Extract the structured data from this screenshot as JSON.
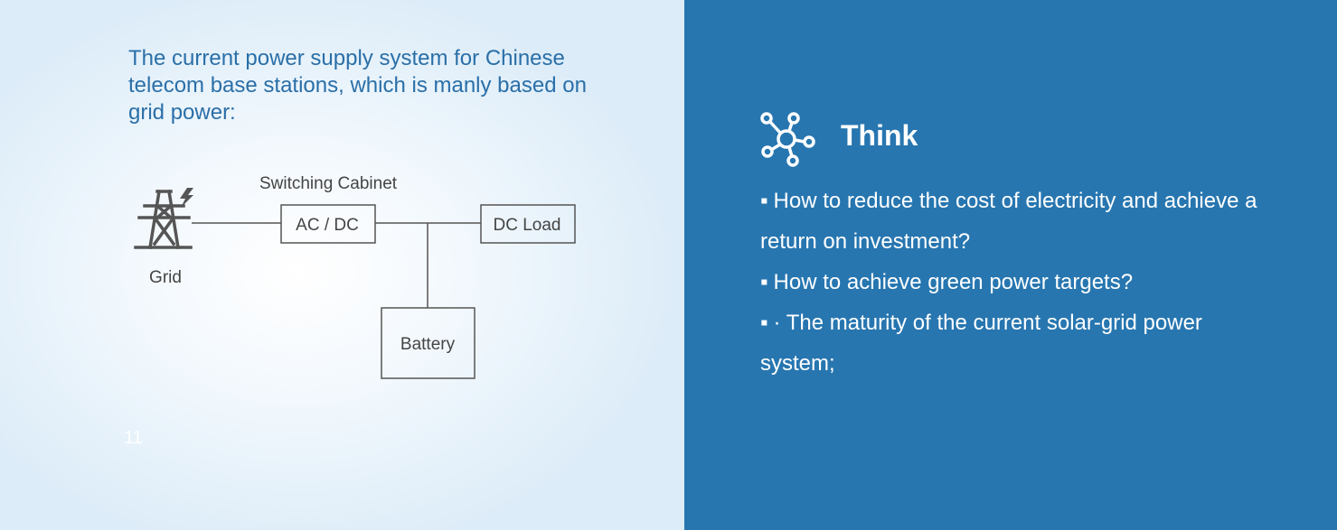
{
  "intro": "The current power supply system for Chinese telecom base stations, which is manly based on grid power:",
  "diagram": {
    "grid_label": "Grid",
    "cabinet_label": "Switching Cabinet",
    "acdc_label": "AC / DC",
    "dc_load_label": "DC Load",
    "battery_label": "Battery"
  },
  "page_number": "11",
  "think": {
    "title": "Think",
    "bullet": "▪",
    "items": [
      "How to reduce the cost of electricity and achieve a return on investment?",
      "How to achieve green power targets?",
      "· The maturity of the current solar-grid power system;"
    ]
  },
  "colors": {
    "accent_blue": "#2776b0",
    "title_blue": "#2a6fa8",
    "diagram_gray": "#555555"
  },
  "icons": {
    "grid": "power-tower-icon",
    "think": "network-hub-icon"
  }
}
